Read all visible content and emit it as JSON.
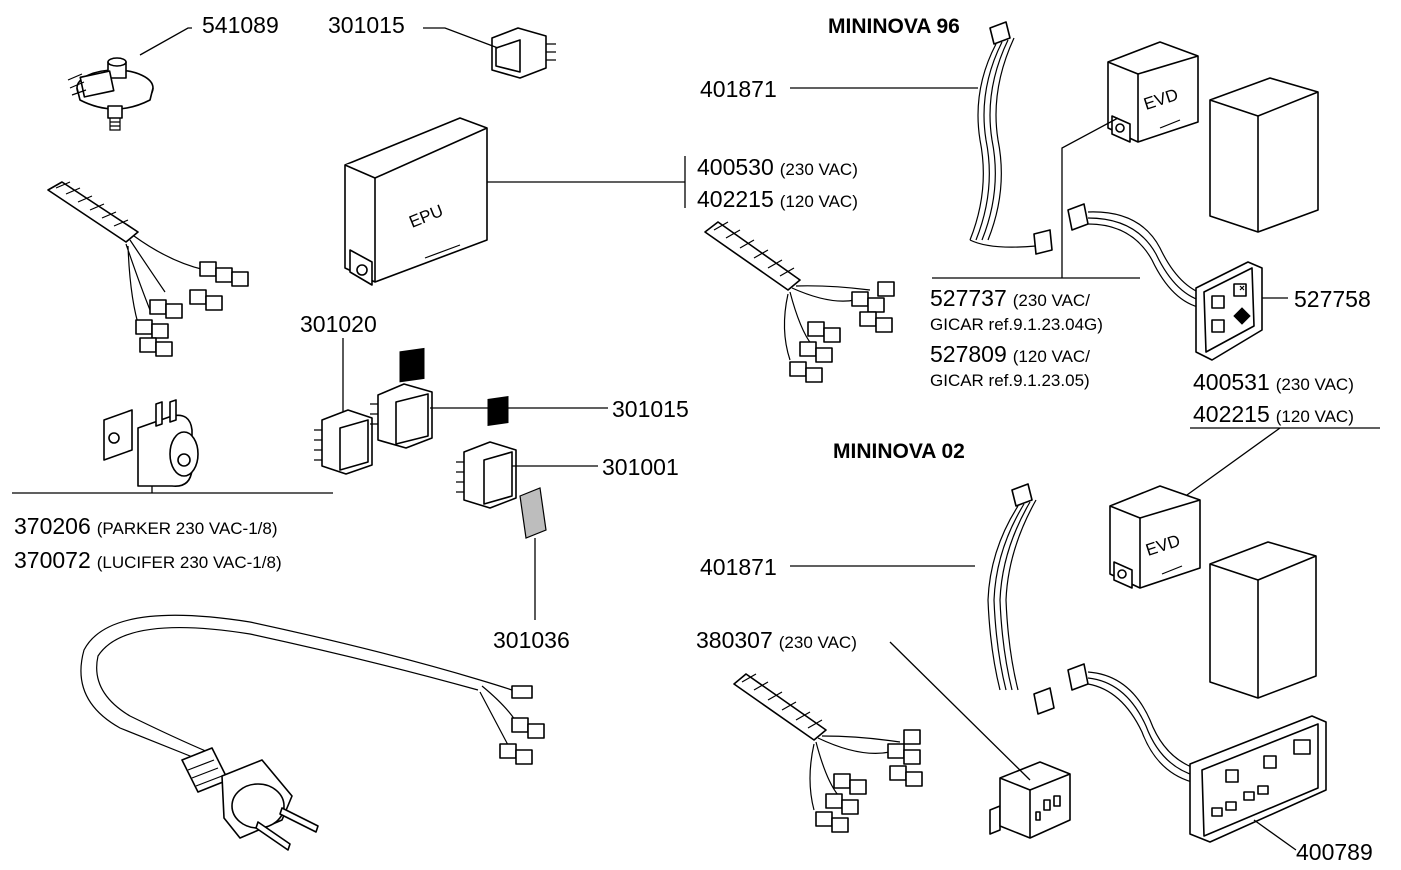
{
  "titles": {
    "mininova96": "MININOVA 96",
    "mininova02": "MININOVA 02"
  },
  "parts": {
    "p541089": "541089",
    "p301015_top": "301015",
    "p401871_a": "401871",
    "p400530": "400530",
    "p400530_note": "(230 VAC)",
    "p402215_a": "402215",
    "p402215_a_note": "(120 VAC)",
    "p301020": "301020",
    "p301015_mid": "301015",
    "p301001": "301001",
    "p301036": "301036",
    "p370206": "370206",
    "p370206_note": "(PARKER 230 VAC-1/8)",
    "p370072": "370072",
    "p370072_note": "(LUCIFER 230 VAC-1/8)",
    "p527737": "527737",
    "p527737_note": "(230 VAC/",
    "p527737_note2": "GICAR ref.9.1.23.04G)",
    "p527809": "527809",
    "p527809_note": "(120 VAC/",
    "p527809_note2": "GICAR ref.9.1.23.05)",
    "p527758": "527758",
    "p400531": "400531",
    "p400531_note": "(230 VAC)",
    "p402215_b": "402215",
    "p402215_b_note": "(120 VAC)",
    "p401871_b": "401871",
    "p380307": "380307",
    "p380307_note": "(230 VAC)",
    "p400789": "400789"
  },
  "device_labels": {
    "epu": "EPU",
    "evd_top": "EVD",
    "evd_bottom": "EVD"
  }
}
